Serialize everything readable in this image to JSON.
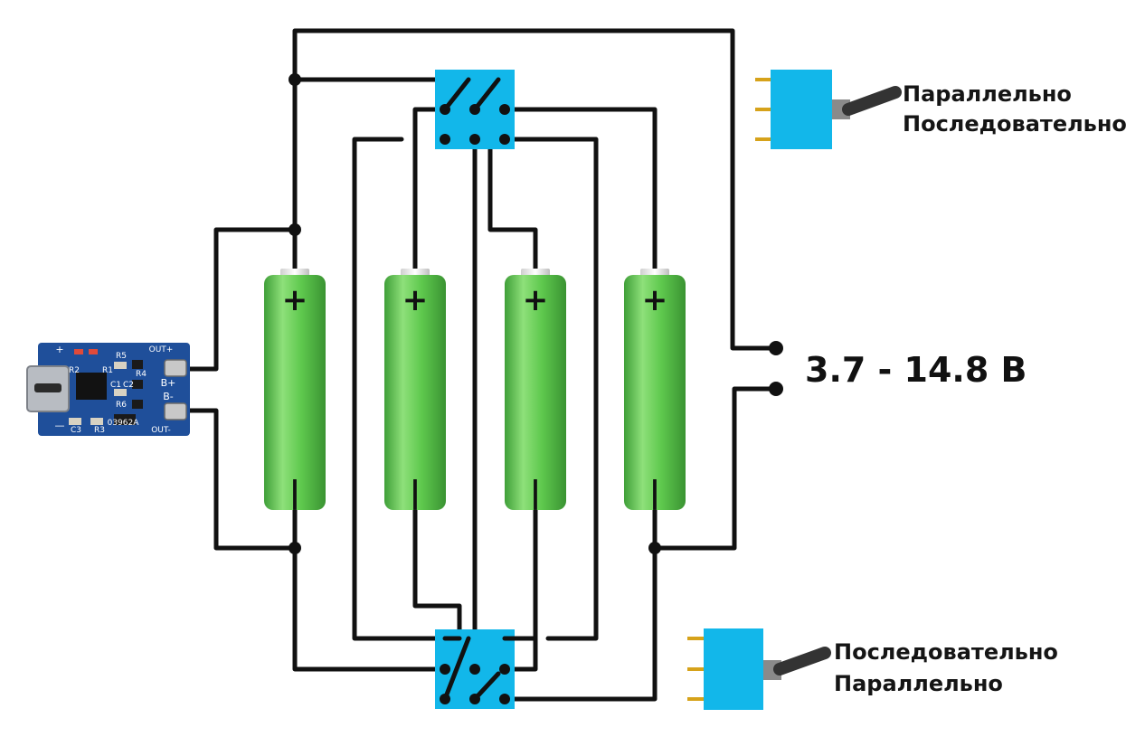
{
  "voltage_label": "3.7 - 14.8 В",
  "switch_top": {
    "label_line1": "Параллельно",
    "label_line2": "Последовательно"
  },
  "switch_bottom": {
    "label_line1": "Последовательно",
    "label_line2": "Параллельно"
  },
  "charger_module": {
    "out_plus": "OUT+",
    "out_minus": "OUT-",
    "b_plus": "B+",
    "b_minus": "B-",
    "chip_code": "03962A",
    "components": [
      "R2",
      "R1",
      "R5",
      "C1",
      "C2",
      "R6",
      "R4",
      "C3",
      "R3"
    ],
    "plus": "+",
    "minus": "—"
  },
  "batteries": [
    {
      "plus": "+",
      "minus": "|"
    },
    {
      "plus": "+",
      "minus": "|"
    },
    {
      "plus": "+",
      "minus": "|"
    },
    {
      "plus": "+",
      "minus": "|"
    }
  ],
  "colors": {
    "battery_green": "#5fc94e",
    "switch_blue": "#12b7ea",
    "pcb_blue": "#1f4f9a",
    "wire": "#111111"
  }
}
